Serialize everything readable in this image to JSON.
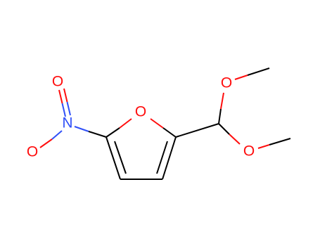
{
  "molecule": {
    "atoms": {
      "nitro_oxygen_top": {
        "symbol": "O"
      },
      "nitro_nitrogen": {
        "symbol": "N"
      },
      "nitro_oxygen_bottom": {
        "symbol": "O"
      },
      "ring_oxygen": {
        "symbol": "O"
      },
      "methoxy_oxygen_top": {
        "symbol": "O"
      },
      "methoxy_oxygen_bottom": {
        "symbol": "O"
      }
    }
  },
  "colors": {
    "oxygen": "#ff0d0d",
    "nitrogen": "#3050f8",
    "carbon": "#000000",
    "background": "#ffffff"
  }
}
